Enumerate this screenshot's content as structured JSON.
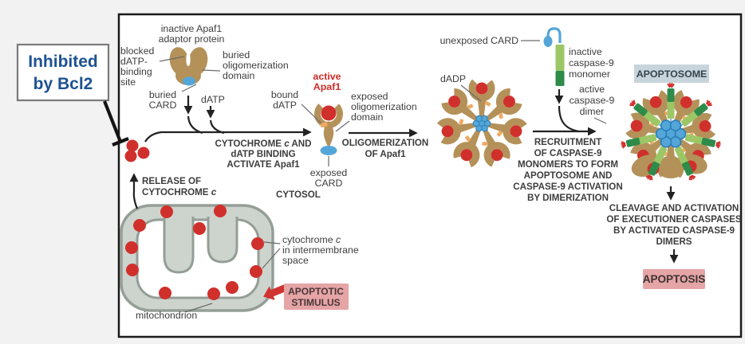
{
  "figure": {
    "inhibitor": {
      "line1": "Inhibited",
      "line2": "by Bcl2"
    },
    "labels": {
      "inactive_apaf1": {
        "l1": "inactive Apaf1",
        "l2": "adaptor protein"
      },
      "blocked_datp": {
        "l1": "blocked",
        "l2": "dATP-",
        "l3": "binding",
        "l4": "site"
      },
      "buried_olig": {
        "l1": "buried",
        "l2": "oligomerization",
        "l3": "domain"
      },
      "buried_card": {
        "l1": "buried",
        "l2": "CARD"
      },
      "datp": "dATP",
      "activate": {
        "l1a": "CYTOCHROME ",
        "l1b": "c",
        "l1c": " AND",
        "l2": "dATP BINDING",
        "l3": "ACTIVATE Apaf1"
      },
      "active_apaf1": {
        "l1": "active",
        "l2": "Apaf1"
      },
      "bound_datp": {
        "l1": "bound",
        "l2": "dATP"
      },
      "exposed_olig": {
        "l1": "exposed",
        "l2": "oligomerization",
        "l3": "domain"
      },
      "exposed_card": {
        "l1": "exposed",
        "l2": "CARD"
      },
      "oligomerization": {
        "l1": "OLIGOMERIZATION",
        "l2": "OF Apaf1"
      },
      "dadp": "dADP",
      "unexposed_card": "unexposed CARD",
      "inactive_casp9": {
        "l1": "inactive",
        "l2": "caspase-9",
        "l3": "monomer"
      },
      "active_casp9": {
        "l1": "active",
        "l2": "caspase-9",
        "l3": "dimer"
      },
      "recruitment": {
        "l1": "RECRUITMENT",
        "l2": "OF CASPASE-9",
        "l3": "MONOMERS TO FORM",
        "l4": "APOPTOSOME AND",
        "l5": "CASPASE-9 ACTIVATION",
        "l6": "BY DIMERIZATION"
      },
      "apoptosome_box": "APOPTOSOME",
      "cleavage": {
        "l1": "CLEAVAGE AND ACTIVATION",
        "l2": "OF EXECUTIONER CASPASES",
        "l3": "BY ACTIVATED CASPASE-9",
        "l4": "DIMERS"
      },
      "apoptosis_box": "APOPTOSIS",
      "release": {
        "l1": "RELEASE OF",
        "l2a": "CYTOCHROME ",
        "l2b": "c"
      },
      "cytosol": "CYTOSOL",
      "cyt_space": {
        "l1a": "cytochrome ",
        "l1b": "c",
        "l2": "in intermembrane",
        "l3": "space"
      },
      "mitochondrion": "mitochondrion",
      "stimulus": {
        "l1": "APOPTOTIC",
        "l2": "STIMULUS"
      }
    },
    "palette": {
      "apaf1_tan": "#b49159",
      "cytochrome_red": "#d0302c",
      "card_blue": "#54a6d8",
      "datp_orange": "#efa963",
      "casp9_light_green": "#9dc766",
      "casp9_dark_green": "#2e8b4a",
      "mito_gray": "#cdd4ce",
      "mito_outline": "#949e96",
      "pink_box": "#e5a4a6",
      "apoptosome_box_bg": "#c7d4dc",
      "text_dark": "#3d3d3d",
      "active_red_text": "#cf2b27",
      "bcl2_blue": "#1d5291",
      "background": "#f2f2f2"
    }
  }
}
